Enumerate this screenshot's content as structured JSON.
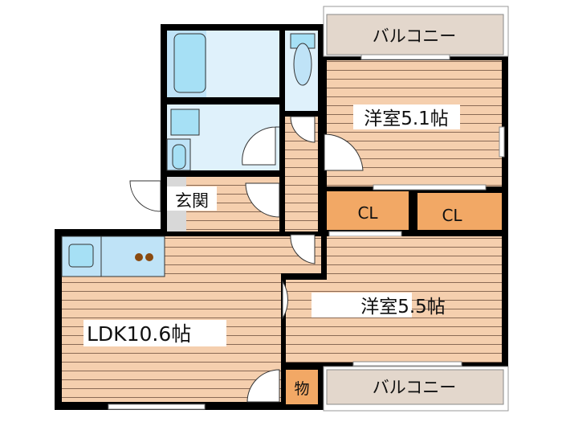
{
  "floorplan": {
    "rooms": {
      "balcony_top": "バルコニー",
      "western_room_1": "洋室5.1帖",
      "closet_1": "CL",
      "closet_2": "CL",
      "entrance": "玄関",
      "ldk": "LDK10.6帖",
      "western_room_2": "洋室5.5帖",
      "storage": "物",
      "balcony_bottom": "バルコニー"
    },
    "colors": {
      "floor": "#f5cfae",
      "floor_stripe": "#8a6a55",
      "wet_area": "#dff1fb",
      "fixture": "#a6e0f5",
      "closet": "#f2a865",
      "balcony": "#e3d7cc",
      "tile": "#d8d8d8",
      "wall": "#000000"
    }
  }
}
